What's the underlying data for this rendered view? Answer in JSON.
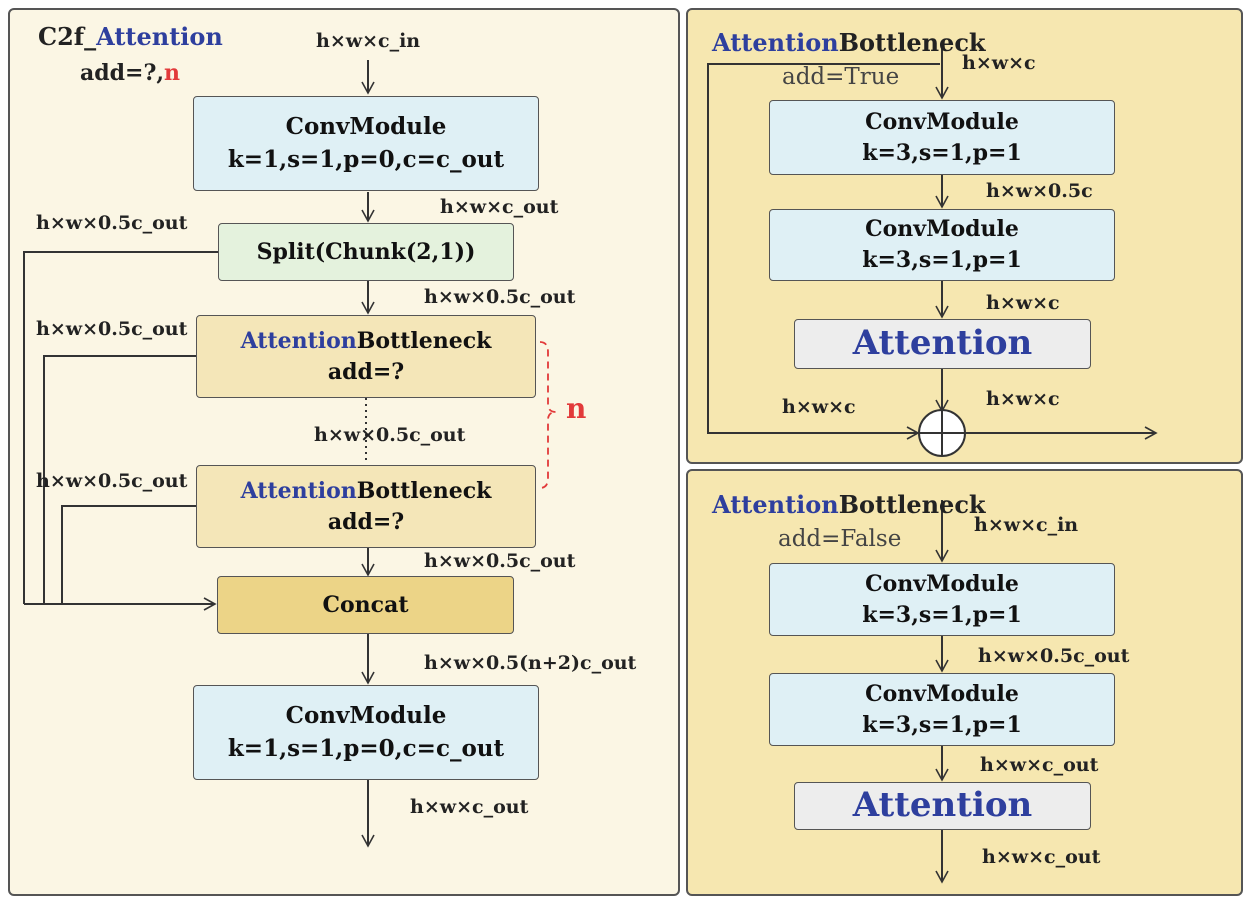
{
  "left": {
    "title_main": "C2f_",
    "title_accent": "Attention",
    "sub_main": "add=?,",
    "sub_n": "n",
    "input_label": "h×w×c_in",
    "conv1": {
      "name": "ConvModule",
      "params": "k=1,s=1,p=0,c=c_out"
    },
    "label_after_conv1": "h×w×c_out",
    "split_side_label": "h×w×0.5c_out",
    "split": "Split(Chunk(2,1))",
    "label_after_split": "h×w×0.5c_out",
    "bottleneck1": {
      "accent": "Attention",
      "name": "Bottleneck",
      "add": "add=?"
    },
    "b1_side_label": "h×w×0.5c_out",
    "label_between": "h×w×0.5c_out",
    "n_label": "n",
    "bottleneck2": {
      "accent": "Attention",
      "name": "Bottleneck",
      "add": "add=?"
    },
    "b2_side_label": "h×w×0.5c_out",
    "label_after_b2": "h×w×0.5c_out",
    "concat": "Concat",
    "label_after_concat": "h×w×0.5(n+2)c_out",
    "conv2": {
      "name": "ConvModule",
      "params": "k=1,s=1,p=0,c=c_out"
    },
    "output_label": "h×w×c_out"
  },
  "top_right": {
    "title_accent": "Attention",
    "title_main": "Bottleneck",
    "sub": "add=True",
    "input_label": "h×w×c",
    "conv1": {
      "name": "ConvModule",
      "params": "k=3,s=1,p=1"
    },
    "label_after_conv1": "h×w×0.5c",
    "conv2": {
      "name": "ConvModule",
      "params": "k=3,s=1,p=1"
    },
    "label_after_conv2": "h×w×c",
    "attention": "Attention",
    "label_after_attention": "h×w×c",
    "residual_label": "h×w×c"
  },
  "bottom_right": {
    "title_accent": "Attention",
    "title_main": "Bottleneck",
    "sub": "add=False",
    "input_label": "h×w×c_in",
    "conv1": {
      "name": "ConvModule",
      "params": "k=3,s=1,p=1"
    },
    "label_after_conv1": "h×w×0.5c_out",
    "conv2": {
      "name": "ConvModule",
      "params": "k=3,s=1,p=1"
    },
    "label_after_conv2": "h×w×c_out",
    "attention": "Attention",
    "output_label": "h×w×c_out"
  },
  "colors": {
    "accent_blue": "#2e3f9e",
    "accent_red": "#e23a3a",
    "conv_fill": "#dff0f5",
    "split_fill": "#e4f2dd",
    "bottleneck_fill": "#f4e6b8",
    "concat_fill": "#ecd487",
    "attention_fill": "#ededed",
    "left_panel": "#fbf6e4",
    "right_panel": "#f6e7b0"
  }
}
